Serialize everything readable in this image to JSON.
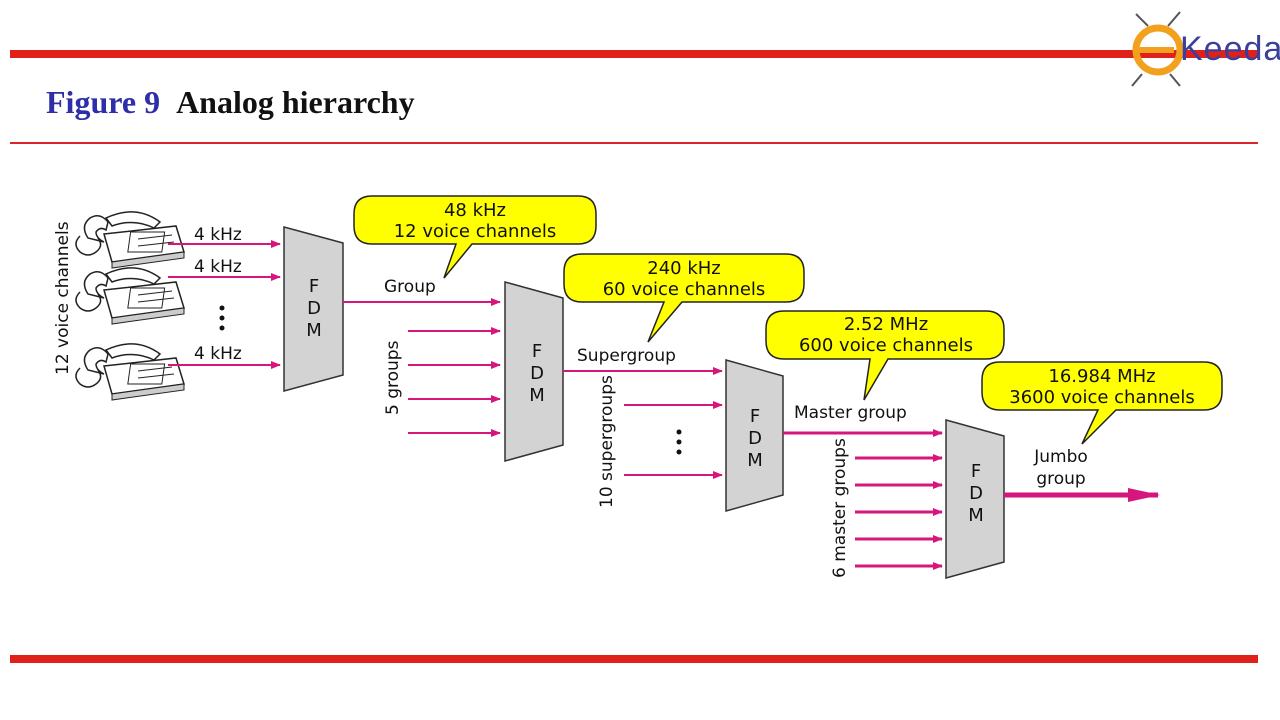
{
  "slide": {
    "figure_number": "Figure 9",
    "figure_title": "Analog hierarchy",
    "logo_text": "Keeda",
    "colors": {
      "rule": "#e0201b",
      "title_blue": "#2e2ea8",
      "arrow": "#d6157d",
      "callout": "#ffff00",
      "fdm_box": "#d3d3d3"
    }
  },
  "diagram": {
    "left_label": "12 voice channels",
    "channel_labels": [
      "4 kHz",
      "4 kHz",
      "4 kHz"
    ],
    "fdm_letters": [
      "F",
      "D",
      "M"
    ],
    "stage_labels": {
      "group": "Group",
      "supergroup": "Supergroup",
      "master_group": "Master group",
      "jumbo_line1": "Jumbo",
      "jumbo_line2": "group"
    },
    "input_labels": {
      "groups": "5 groups",
      "supergroups": "10 supergroups",
      "master_groups": "6 master groups"
    },
    "callouts": [
      {
        "line1": "48 kHz",
        "line2": "12 voice channels"
      },
      {
        "line1": "240 kHz",
        "line2": "60 voice channels"
      },
      {
        "line1": "2.52 MHz",
        "line2": "600 voice channels"
      },
      {
        "line1": "16.984 MHz",
        "line2": "3600 voice channels"
      }
    ]
  }
}
